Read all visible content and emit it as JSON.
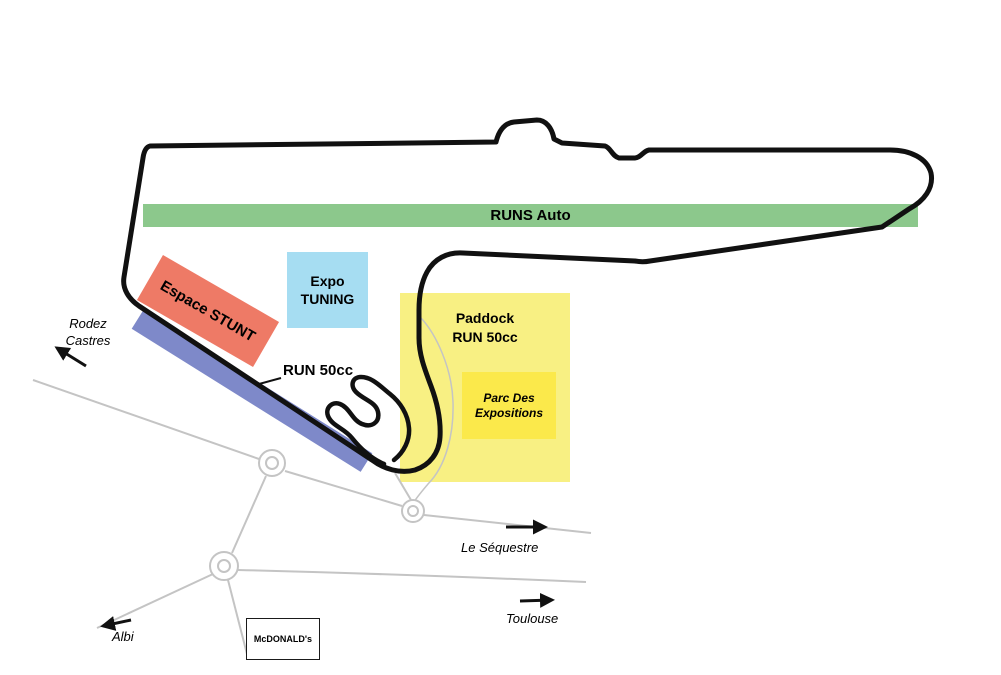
{
  "zones": {
    "runs_auto": {
      "label": "RUNS Auto",
      "color": "#8cc88c"
    },
    "expo_tuning": {
      "line1": "Expo",
      "line2": "TUNING",
      "color": "#a6ddf2"
    },
    "espace_stunt": {
      "label": "Espace STUNT",
      "color": "#ee7a66"
    },
    "stunt_strip": {
      "color": "#7e89c9"
    },
    "paddock_run50": {
      "line1": "Paddock",
      "line2": "RUN 50cc",
      "color": "#f8f083"
    },
    "parc_expositions": {
      "line1": "Parc Des",
      "line2": "Expositions",
      "color": "#fbe94b"
    },
    "run50_label": "RUN 50cc"
  },
  "directions": {
    "rodez_castres": {
      "line1": "Rodez",
      "line2": "Castres"
    },
    "le_sequestre": "Le Séquestre",
    "toulouse": "Toulouse",
    "albi": "Albi"
  },
  "landmarks": {
    "mcdonalds": "McDONALD's"
  },
  "colors": {
    "track": "#111111",
    "road": "#c4c4c4",
    "background": "#ffffff"
  }
}
